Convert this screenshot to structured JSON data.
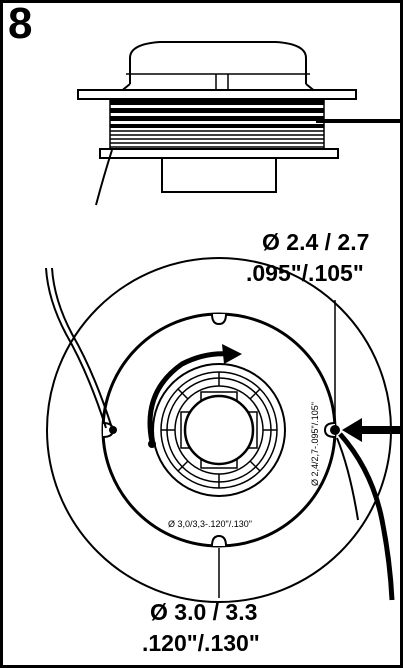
{
  "step": {
    "number": "8"
  },
  "callouts": {
    "top": {
      "line1": "Ø 2.4 / 2.7",
      "line2": ".095\"/.105\""
    },
    "bottom": {
      "line1": "Ø 3.0 / 3.3",
      "line2": ".120\"/.130\""
    }
  },
  "spool_labels": {
    "right_slot": "Ø 2,4/2,7-.095\"/.105\"",
    "bottom_slot": "Ø 3,0/3,3-.120\"/.130\""
  },
  "colors": {
    "ink": "#000000",
    "background": "#ffffff"
  }
}
